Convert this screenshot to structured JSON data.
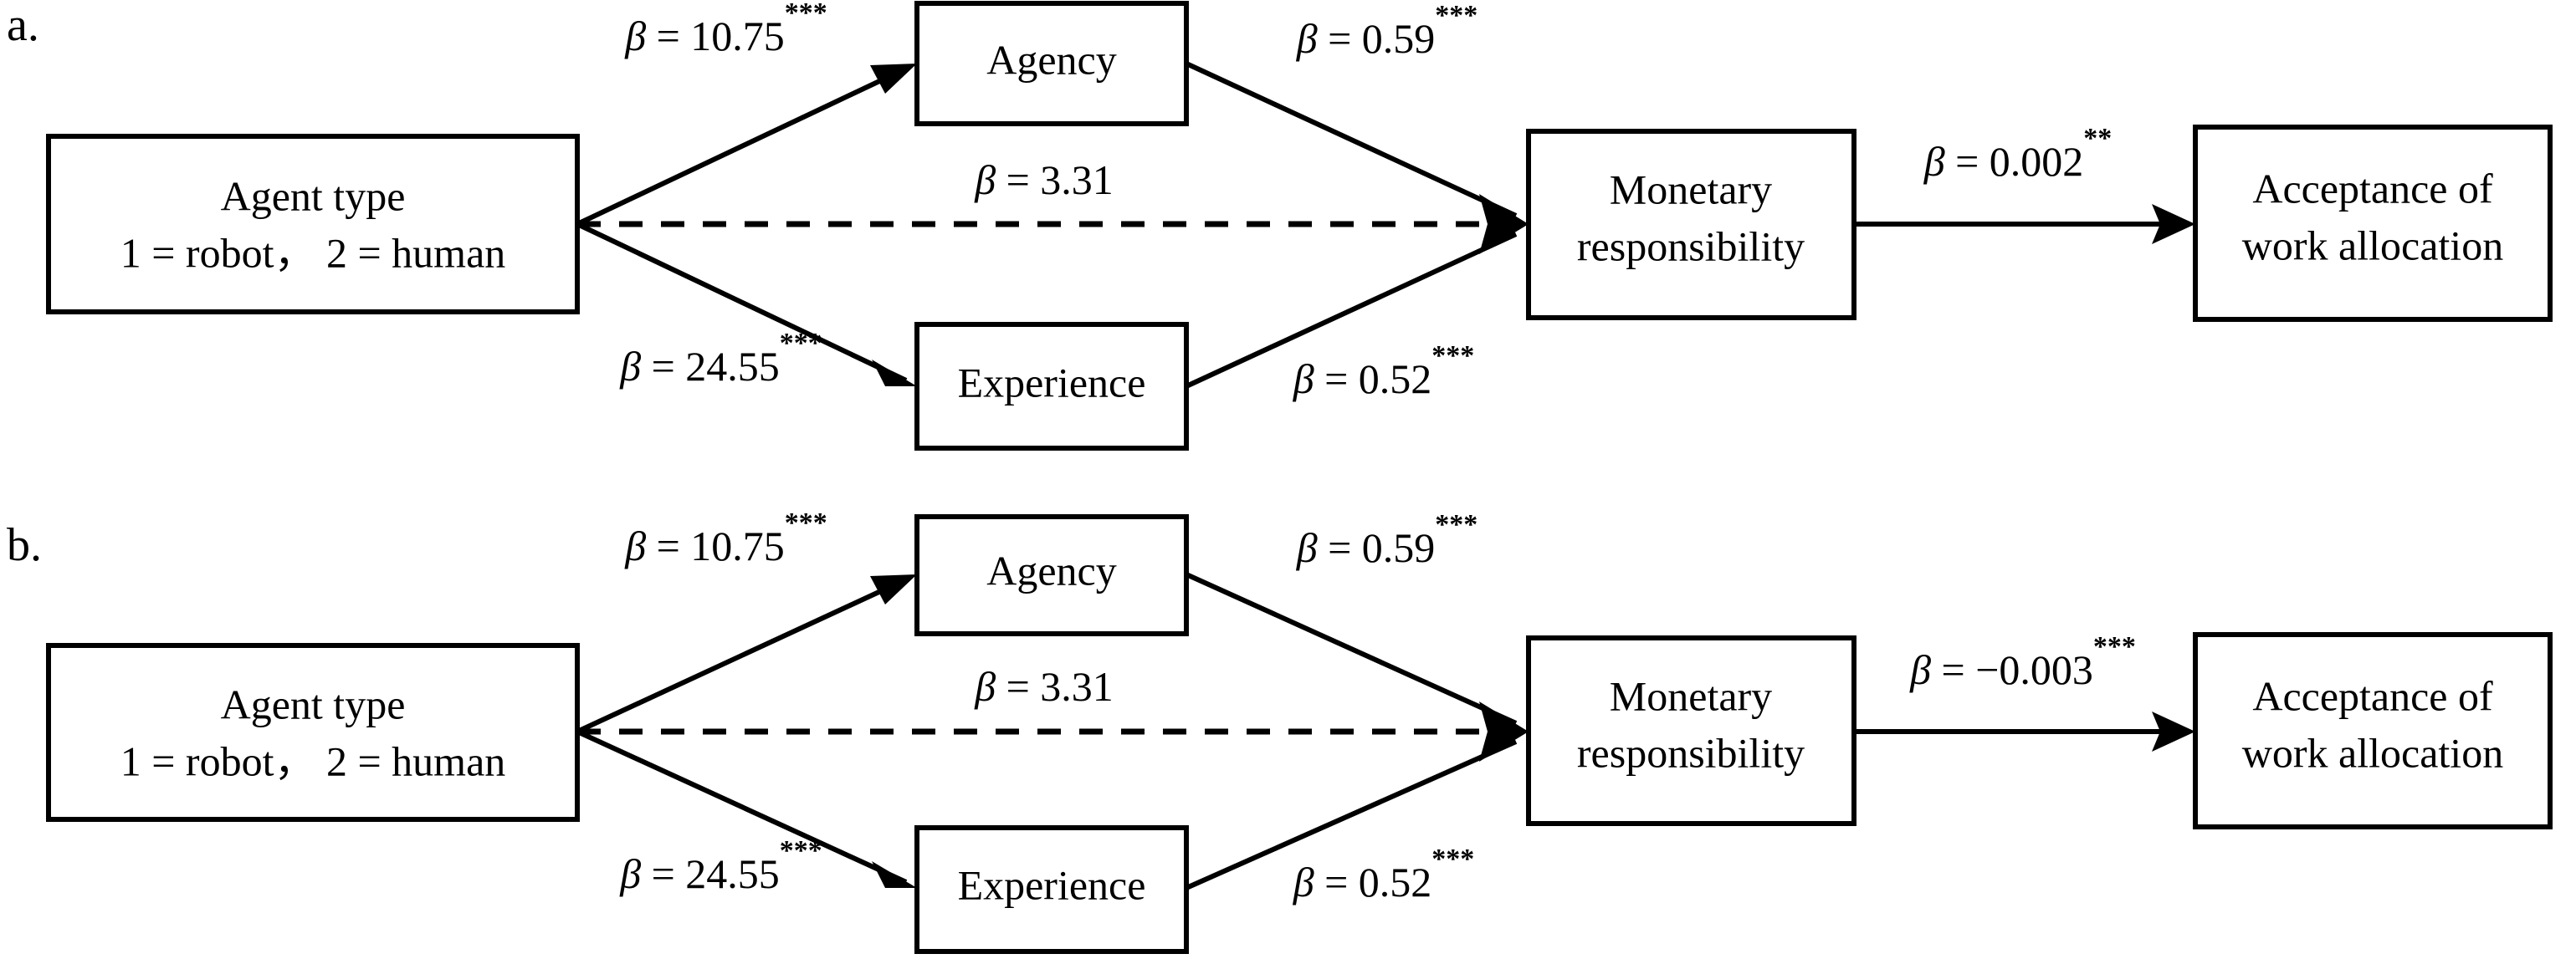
{
  "figure": {
    "background_color": "#ffffff",
    "line_color": "#000000",
    "panels": [
      {
        "letter": "a.",
        "nodes": {
          "predictor_line1": "Agent type",
          "predictor_line2": "1 = robot， 2 = human",
          "mediator_top": "Agency",
          "mediator_bottom": "Experience",
          "outcome_mid_line1": "Monetary",
          "outcome_mid_line2": "responsibility",
          "outcome_final_line1": "Acceptance of",
          "outcome_final_line2": "work allocation"
        },
        "edges": {
          "predictor_to_agency": {
            "beta": "β = 10.75",
            "stars": "***",
            "style": "solid"
          },
          "predictor_to_monetary": {
            "beta": "β = 3.31",
            "stars": "",
            "style": "dashed"
          },
          "predictor_to_experience": {
            "beta": "β = 24.55",
            "stars": "***",
            "style": "solid"
          },
          "agency_to_monetary": {
            "beta": "β = 0.59",
            "stars": "***",
            "style": "solid"
          },
          "experience_to_monetary": {
            "beta": "β = 0.52",
            "stars": "***",
            "style": "solid"
          },
          "monetary_to_acceptance": {
            "beta": "β = 0.002",
            "stars": "**",
            "style": "solid"
          }
        }
      },
      {
        "letter": "b.",
        "nodes": {
          "predictor_line1": "Agent type",
          "predictor_line2": "1 = robot， 2 = human",
          "mediator_top": "Agency",
          "mediator_bottom": "Experience",
          "outcome_mid_line1": "Monetary",
          "outcome_mid_line2": "responsibility",
          "outcome_final_line1": "Acceptance of",
          "outcome_final_line2": "work allocation"
        },
        "edges": {
          "predictor_to_agency": {
            "beta": "β = 10.75",
            "stars": "***",
            "style": "solid"
          },
          "predictor_to_monetary": {
            "beta": "β = 3.31",
            "stars": "",
            "style": "dashed"
          },
          "predictor_to_experience": {
            "beta": "β = 24.55",
            "stars": "***",
            "style": "solid"
          },
          "agency_to_monetary": {
            "beta": "β = 0.59",
            "stars": "***",
            "style": "solid"
          },
          "experience_to_monetary": {
            "beta": "β = 0.52",
            "stars": "***",
            "style": "solid"
          },
          "monetary_to_acceptance": {
            "beta": "β = −0.003",
            "stars": "***",
            "style": "solid"
          }
        }
      }
    ]
  }
}
